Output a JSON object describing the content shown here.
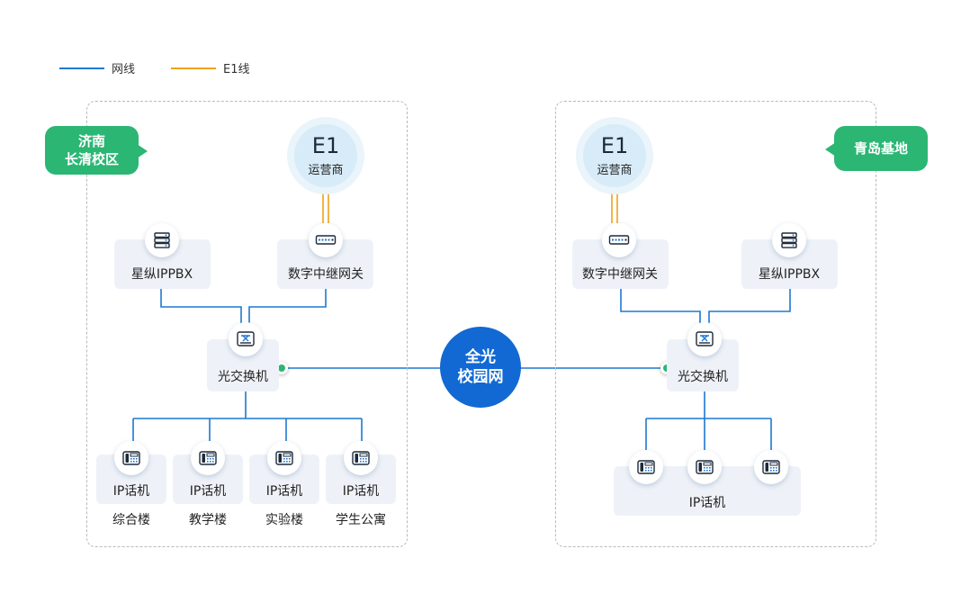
{
  "legend": [
    {
      "label": "网线",
      "color": "#1f78d1"
    },
    {
      "label": "E1线",
      "color": "#f0a21a"
    }
  ],
  "colors": {
    "ethernet": "#1f78d1",
    "e1": "#f0a21a",
    "campus_tag": "#2bb673",
    "core": "#1269d3"
  },
  "center": {
    "line1": "全光",
    "line2": "校园网"
  },
  "left": {
    "tag": {
      "line1": "济南",
      "line2": "长清校区"
    },
    "e1": {
      "title": "E1",
      "sub": "运营商"
    },
    "pbx": {
      "label": "星纵IPPBX",
      "icon": "server-icon"
    },
    "gateway": {
      "label": "数字中继网关",
      "icon": "gateway-icon"
    },
    "switch": {
      "label": "光交换机",
      "icon": "switch-icon"
    },
    "phones": [
      {
        "label": "IP话机",
        "building": "综合楼"
      },
      {
        "label": "IP话机",
        "building": "教学楼"
      },
      {
        "label": "IP话机",
        "building": "实验楼"
      },
      {
        "label": "IP话机",
        "building": "学生公寓"
      }
    ]
  },
  "right": {
    "tag": {
      "line1": "青岛基地"
    },
    "e1": {
      "title": "E1",
      "sub": "运营商"
    },
    "gateway": {
      "label": "数字中继网关",
      "icon": "gateway-icon"
    },
    "pbx": {
      "label": "星纵IPPBX",
      "icon": "server-icon"
    },
    "switch": {
      "label": "光交换机",
      "icon": "switch-icon"
    },
    "phones_label": "IP话机"
  }
}
